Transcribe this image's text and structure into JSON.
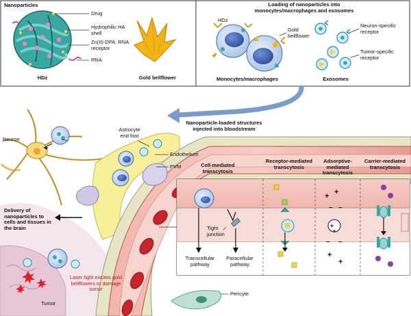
{
  "panels": {
    "nanoparticles": {
      "title": "Nanoparticles",
      "drug": "Drug",
      "shell": "Hydrophilic HA shell",
      "receptor": "Zn(II)-DPA: RNA receptor",
      "rna": "RNA",
      "hdz": "HDz",
      "bellflower": "Gold bellflower"
    },
    "loading": {
      "title": "Loading of nanoparticles into monocytes/macrophages and exosomes",
      "hdz": "HDz",
      "gold": "Gold bellflower",
      "monocytes": "Monocytes/macrophages",
      "exosomes": "Exosomes",
      "neuron_receptor": "Neuron-specific receptor",
      "tumor_receptor": "Tumor-specific receptor"
    }
  },
  "injected": "Nanoparticle-loaded structures injected into bloodstream",
  "brain": {
    "neuron": "Neuron",
    "astrocyte": "Astrocyte end foot",
    "endothelium": "Endothelium",
    "pvm": "PVM",
    "delivery": "Delivery of nanoparticles to cells and tissues in the brain",
    "laser": "Laser light excites gold bellflowers to damage tumor",
    "tumor": "Tumor",
    "pericyte": "Pericyte"
  },
  "transcytosis": {
    "cell": "Cell-mediated transcytosis",
    "receptor": "Receptor-mediated transcytosis",
    "adsorptive": "Adsorptive-mediated transcytosis",
    "carrier": "Carrier-mediated transcytosis",
    "tight": "Tight junction",
    "transcellular": "Transcellular pathway",
    "paracellular": "Paracellular pathway"
  }
}
